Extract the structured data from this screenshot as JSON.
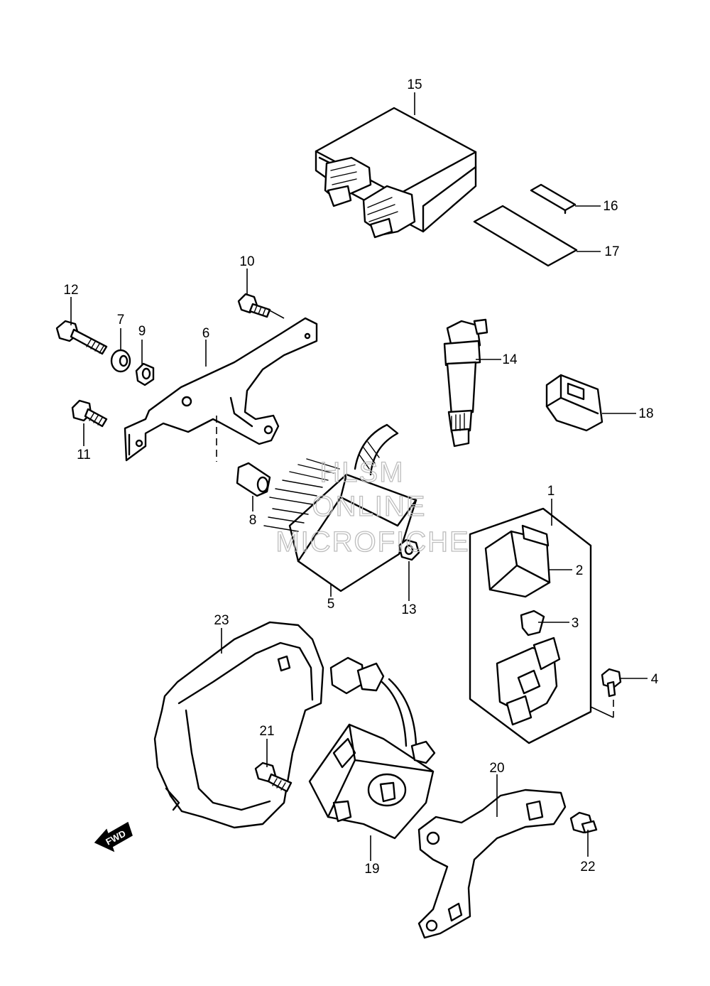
{
  "diagram": {
    "callouts": [
      "1",
      "2",
      "3",
      "4",
      "5",
      "6",
      "7",
      "8",
      "9",
      "10",
      "11",
      "12",
      "13",
      "14",
      "15",
      "16",
      "17",
      "18",
      "19",
      "20",
      "21",
      "22",
      "23"
    ],
    "direction_label": "FWD",
    "watermark": [
      "HLSM",
      "ONLINE",
      "MICROFICHE"
    ]
  }
}
